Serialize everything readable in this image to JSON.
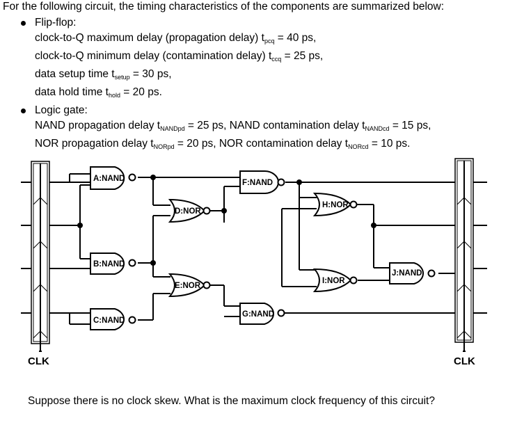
{
  "intro": "For the following circuit, the timing characteristics of the components are summarized below:",
  "flipflop": {
    "label": "Flip-flop:",
    "lines": [
      {
        "pre": "clock-to-Q maximum delay (propagation delay) t",
        "sub": "pcq",
        "post": " = 40 ps,"
      },
      {
        "pre": "clock-to-Q minimum delay (contamination delay) t",
        "sub": "ccq",
        "post": " = 25 ps,"
      },
      {
        "pre": "data setup time t",
        "sub": "setup",
        "post": " = 30 ps,"
      },
      {
        "pre": "data hold time t",
        "sub": "hold",
        "post": " = 20 ps."
      }
    ]
  },
  "logic": {
    "label": "Logic gate:",
    "nand": {
      "a": "NAND propagation delay t",
      "s1": "NANDpd",
      "b": " = 25 ps, NAND contamination delay t",
      "s2": "NANDcd",
      "c": " = 15 ps,"
    },
    "nor": {
      "a": "NOR propagation delay t",
      "s1": "NORpd",
      "b": " = 20 ps, NOR contamination delay t",
      "s2": "NORcd",
      "c": " = 10 ps."
    }
  },
  "gates": {
    "A": "A:NAND",
    "B": "B:NAND",
    "C": "C:NAND",
    "D": "D:NOR",
    "E": "E:NOR",
    "F": "F:NAND",
    "G": "G:NAND",
    "H": "H:NOR",
    "I": "I:NOR",
    "J": "J:NAND"
  },
  "clk_left": "CLK",
  "clk_right": "CLK",
  "question": "Suppose there is no clock skew.  What is the maximum clock frequency of this circuit?"
}
